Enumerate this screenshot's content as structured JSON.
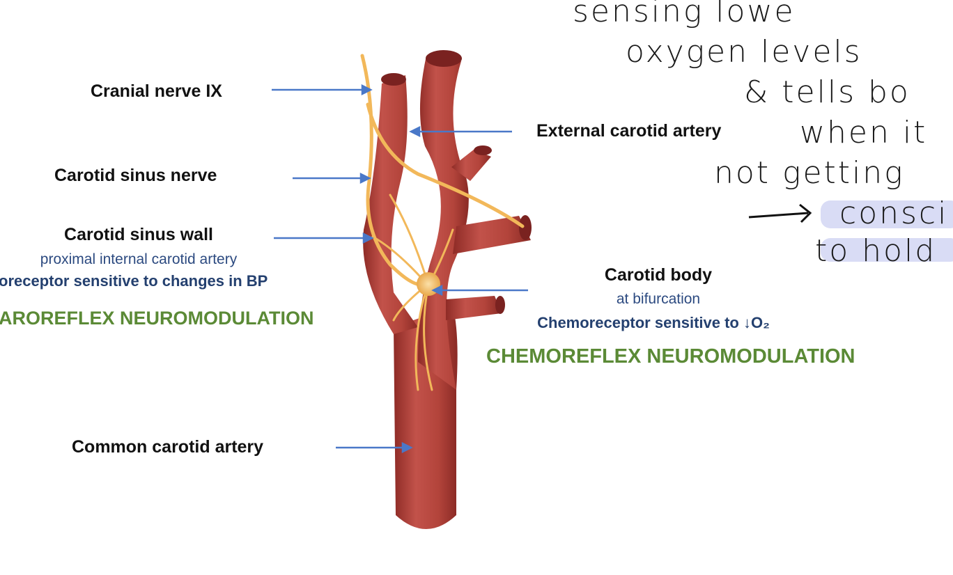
{
  "labels": {
    "cranial_nerve": "Cranial nerve IX",
    "external_carotid": "External carotid artery",
    "sinus_nerve": "Carotid sinus nerve",
    "sinus_wall": "Carotid sinus wall",
    "sinus_wall_sub": "proximal internal carotid artery",
    "baroreceptor": "oreceptor sensitive to changes in BP",
    "baroreflex": "AROREFLEX NEUROMODULATION",
    "carotid_body": "Carotid body",
    "carotid_body_sub": "at bifurcation",
    "chemoreceptor": "Chemoreceptor sensitive to ↓O₂",
    "chemoreflex": "CHEMOREFLEX NEUROMODULATION",
    "common_carotid": "Common carotid artery"
  },
  "handwriting": {
    "line1": "sensing lowe",
    "line2": "oxygen levels",
    "line3": "& tells bo",
    "line4": "when it",
    "line5": "not getting",
    "line6": "→ consci",
    "line7": "to hold"
  },
  "colors": {
    "artery": "#b5443b",
    "nerve": "#f2b85a",
    "arrow": "#4a78c8",
    "label_blue": "#24406f",
    "label_green": "#5b8a36",
    "highlight": "#d9dcf5"
  }
}
